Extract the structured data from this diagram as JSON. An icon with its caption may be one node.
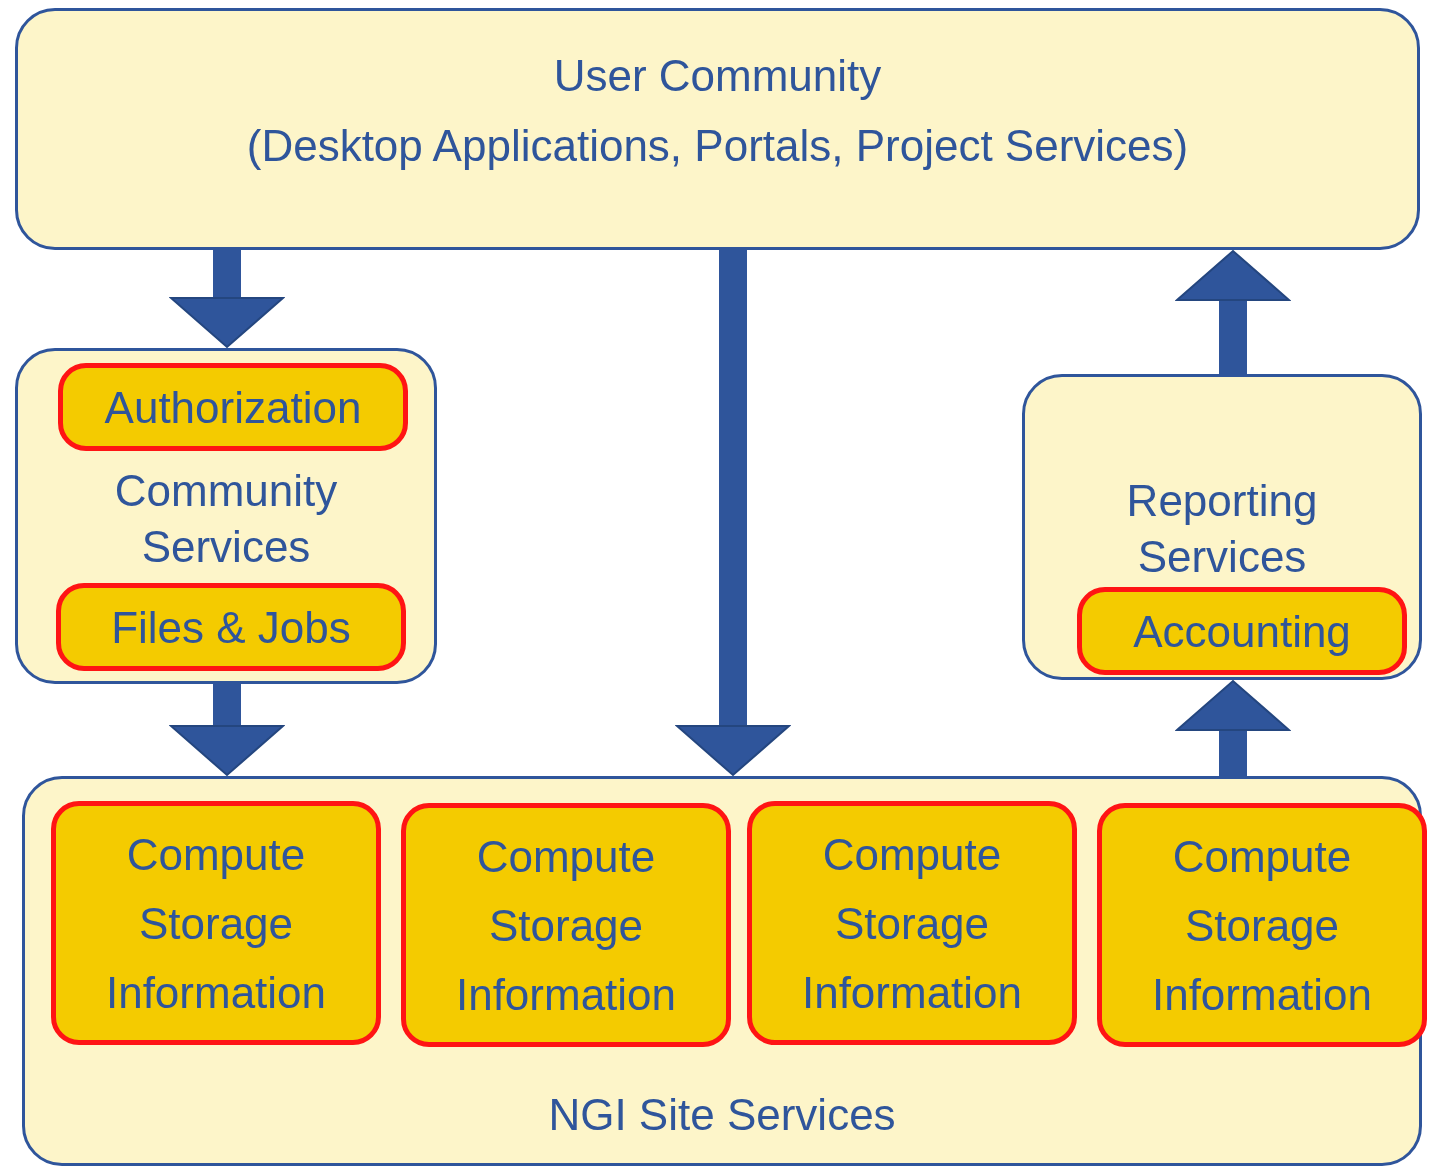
{
  "diagram": {
    "nodes": [
      {
        "text": [
          "User Community",
          "(Desktop Applications, Portals, Project Services)"
        ]
      },
      {
        "text": [
          "Community Services"
        ]
      },
      {
        "text": [
          "Authorization"
        ],
        "in": 1
      },
      {
        "text": [
          "Files & Jobs"
        ],
        "in": 1
      },
      {
        "text": [
          "Reporting Services"
        ]
      },
      {
        "text": [
          "Accounting"
        ],
        "in": 4
      },
      {
        "text": [
          "NGI Site Services"
        ]
      },
      {
        "text": [
          "Compute",
          "Storage",
          "Information"
        ],
        "in": 6
      },
      {
        "text": [
          "Compute",
          "Storage",
          "Information"
        ],
        "in": 6
      },
      {
        "text": [
          "Compute",
          "Storage",
          "Information"
        ],
        "in": 6
      },
      {
        "text": [
          "Compute",
          "Storage",
          "Information"
        ],
        "in": 6
      }
    ],
    "edges": [
      {
        "from": 0,
        "to": 1,
        "arrow": "to"
      },
      {
        "from": 1,
        "to": 6,
        "arrow": "to"
      },
      {
        "from": 0,
        "to": 6,
        "arrow": "to"
      },
      {
        "from": 6,
        "to": 4,
        "arrow": "to"
      },
      {
        "from": 4,
        "to": 0,
        "arrow": "to"
      }
    ]
  }
}
